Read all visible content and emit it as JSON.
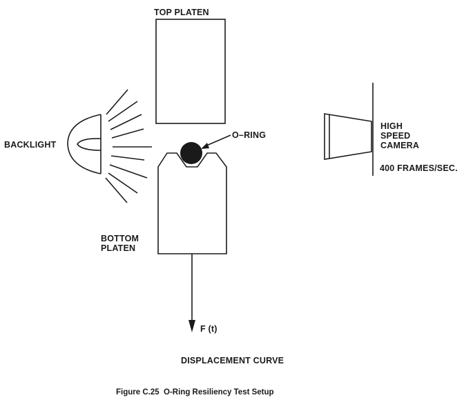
{
  "labels": {
    "top_platen": "TOP PLATEN",
    "o_ring": "O–RING",
    "backlight": "BACKLIGHT",
    "camera_line1": "HIGH",
    "camera_line2": "SPEED",
    "camera_line3": "CAMERA",
    "frame_rate": "400 FRAMES/SEC.",
    "bottom_line1": "BOTTOM",
    "bottom_line2": "PLATEN",
    "force": "F (t)",
    "displacement": "DISPLACEMENT CURVE"
  },
  "caption": "Figure C.25  O-Ring Resiliency Test Setup",
  "colors": {
    "ink": "#1a1a1a",
    "background": "#ffffff"
  }
}
